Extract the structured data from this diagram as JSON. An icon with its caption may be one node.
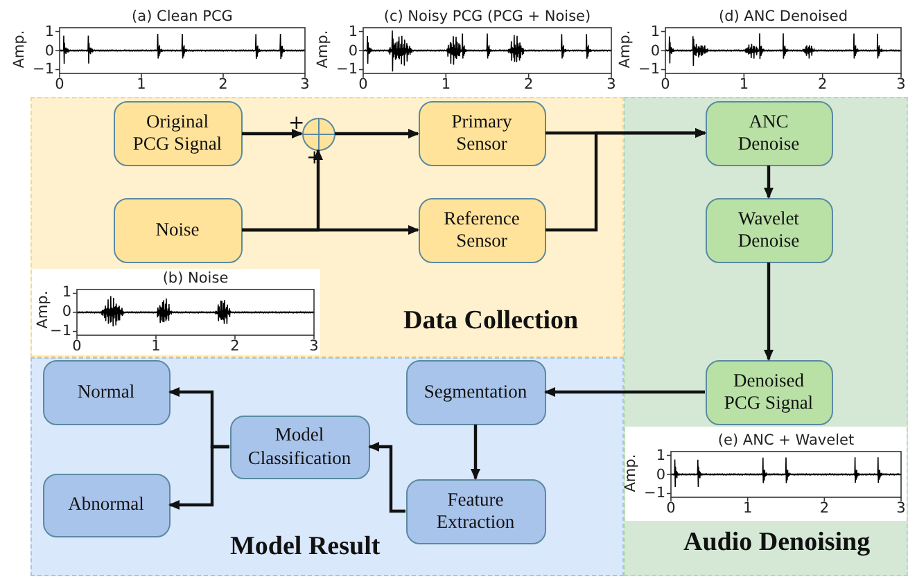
{
  "diagram": {
    "nodes": [
      {
        "text": [
          "Data Collection"
        ]
      },
      {
        "text": [
          "Original PCG Signal"
        ],
        "in": 0
      },
      {
        "text": [
          "Noise"
        ],
        "in": 0
      },
      {
        "text": [],
        "shape": "circle",
        "in": 0
      },
      {
        "text": [
          "Primary Sensor"
        ],
        "in": 0
      },
      {
        "text": [
          "Reference Sensor"
        ],
        "in": 0
      },
      {
        "text": [
          "Audio Denoising"
        ]
      },
      {
        "text": [
          "ANC Denoise"
        ],
        "in": 6
      },
      {
        "text": [
          "Wavelet Denoise"
        ],
        "in": 6
      },
      {
        "text": [
          "Denoised PCG Signal"
        ],
        "in": 6
      },
      {
        "text": [
          "Model Result"
        ]
      },
      {
        "text": [
          "Segmentation"
        ],
        "in": 10
      },
      {
        "text": [
          "Feature Extraction"
        ],
        "in": 10
      },
      {
        "text": [
          "Model Classification"
        ],
        "in": 10
      },
      {
        "text": [
          "Normal"
        ],
        "in": 10
      },
      {
        "text": [
          "Abnormal"
        ],
        "in": 10
      }
    ],
    "edges": [
      {
        "from": 1,
        "to": 3,
        "arrow": "to"
      },
      {
        "from": 2,
        "to": 3,
        "arrow": "to"
      },
      {
        "from": 2,
        "to": 5,
        "arrow": "to"
      },
      {
        "from": 3,
        "to": 4,
        "arrow": "to"
      },
      {
        "from": 4,
        "to": 7,
        "arrow": "to"
      },
      {
        "from": 5,
        "to": 7,
        "arrow": "to"
      },
      {
        "from": 7,
        "to": 8,
        "arrow": "to"
      },
      {
        "from": 8,
        "to": 9,
        "arrow": "to"
      },
      {
        "from": 9,
        "to": 11,
        "arrow": "to"
      },
      {
        "from": 11,
        "to": 12,
        "arrow": "to"
      },
      {
        "from": 12,
        "to": 13,
        "arrow": "to"
      },
      {
        "from": 13,
        "to": 14,
        "arrow": "to"
      },
      {
        "from": 13,
        "to": 15,
        "arrow": "to"
      }
    ],
    "labels": [
      "(a) Clean PCG",
      "Amp.",
      "1",
      "0",
      "−1",
      "0",
      "1",
      "2",
      "3",
      "(c) Noisy PCG (PCG + Noise)",
      "Amp.",
      "1",
      "0",
      "−1",
      "0",
      "1",
      "2",
      "3",
      "(d) ANC Denoised",
      "Amp.",
      "1",
      "0",
      "−1",
      "0",
      "1",
      "2",
      "3",
      "+",
      "+",
      "(b) Noise",
      "Amp.",
      "1",
      "0",
      "−1",
      "0",
      "1",
      "2",
      "3",
      "(e) ANC + Wavelet",
      "Amp.",
      "1",
      "0",
      "−1",
      "0",
      "1",
      "2",
      "3"
    ]
  }
}
